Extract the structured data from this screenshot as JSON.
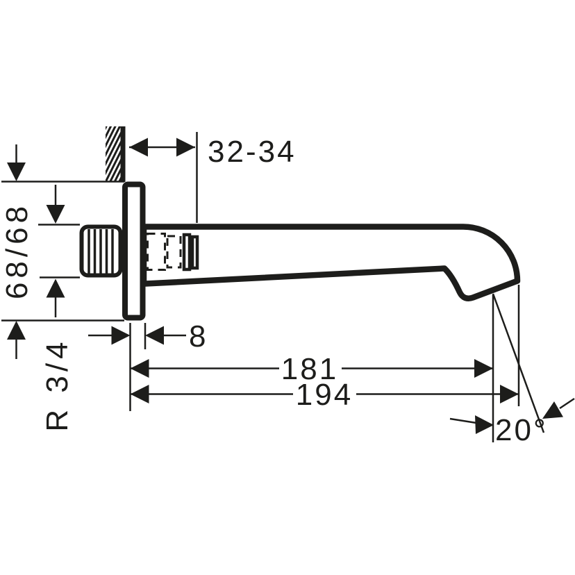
{
  "colors": {
    "line": "#1d1d1b",
    "background": "#ffffff"
  },
  "labels": {
    "offset_wall": "32-34",
    "escutcheon": "68/68",
    "thread": "R 3/4",
    "plate_depth": "8",
    "reach_inner": "181",
    "reach_outer": "194",
    "outlet_angle": "20°"
  }
}
